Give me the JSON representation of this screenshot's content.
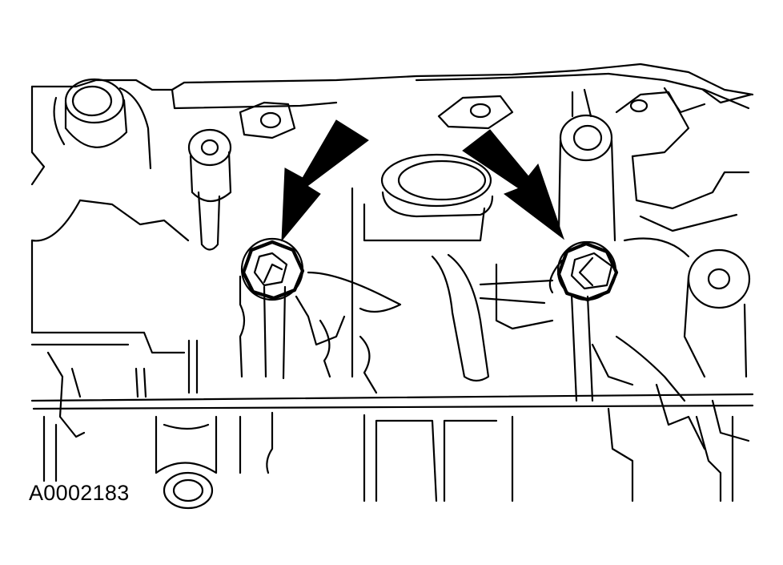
{
  "figure": {
    "id_label": "A0002183"
  },
  "parts": [
    "left-plug",
    "right-plug"
  ],
  "colors": {
    "ink": "#000000",
    "paper": "#ffffff"
  }
}
